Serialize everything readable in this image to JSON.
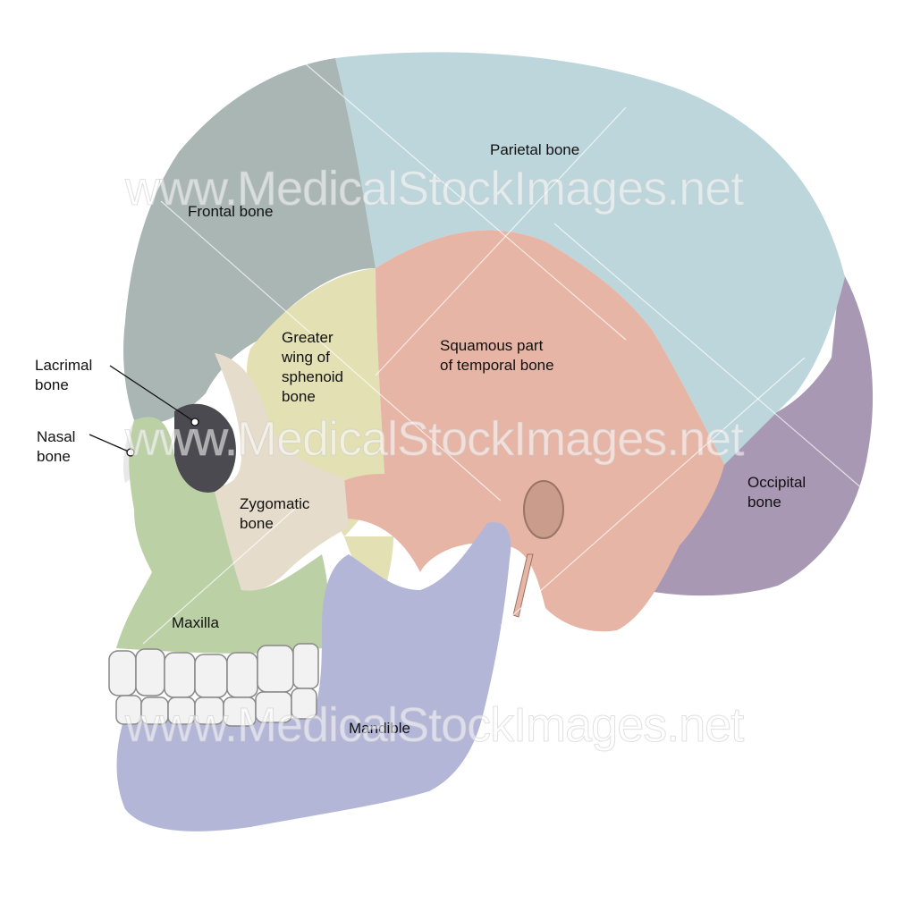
{
  "figure": {
    "subject": "Lateral view of human skull with colored bones",
    "background": "#ffffff"
  },
  "bones": [
    {
      "id": "frontal",
      "label": "Frontal bone",
      "color": "#a9b6b4"
    },
    {
      "id": "parietal",
      "label": "Parietal bone",
      "color": "#bdd6dc"
    },
    {
      "id": "sphenoid",
      "label": "Greater\nwing of\nsphenoid\nbone",
      "color": "#e3e0b4"
    },
    {
      "id": "temporal",
      "label": "Squamous part\nof temporal bone",
      "color": "#e6b5a6"
    },
    {
      "id": "occipital",
      "label": "Occipital\nbone",
      "color": "#a898b4"
    },
    {
      "id": "zygomatic",
      "label": "Zygomatic\nbone",
      "color": "#e6dccb"
    },
    {
      "id": "maxilla",
      "label": "Maxilla",
      "color": "#bcd0a6"
    },
    {
      "id": "mandible",
      "label": "Mandible",
      "color": "#b4b6d8"
    },
    {
      "id": "lacrimal",
      "label": "Lacrimal\nbone",
      "color": "#555559"
    },
    {
      "id": "nasal",
      "label": "Nasal\nbone",
      "color": "#eaeaea"
    }
  ],
  "labels": {
    "frontal": "Frontal bone",
    "parietal": "Parietal bone",
    "sphenoid": "Greater\nwing of\nsphenoid\nbone",
    "temporal": "Squamous part\nof temporal bone",
    "occipital": "Occipital\nbone",
    "zygomatic": "Zygomatic\nbone",
    "maxilla": "Maxilla",
    "mandible": "Mandible",
    "lacrimal": "Lacrimal\nbone",
    "nasal": "Nasal\nbone"
  },
  "watermark": {
    "text": "www.MedicalStockImages.net",
    "rows": 3
  }
}
